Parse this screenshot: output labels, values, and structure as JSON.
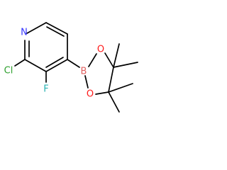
{
  "molecule": {
    "atoms": {
      "nitrogen": {
        "label": "N",
        "color": "#3333ff"
      },
      "chlorine": {
        "label": "Cl",
        "color": "#2ea02e"
      },
      "fluorine": {
        "label": "F",
        "color": "#29b3b3"
      },
      "boron": {
        "label": "B",
        "color": "#e06060"
      },
      "oxygen_upper": {
        "label": "O",
        "color": "#ff1a1a"
      },
      "oxygen_lower": {
        "label": "O",
        "color": "#ff1a1a"
      }
    },
    "bond_color": "#000000"
  }
}
